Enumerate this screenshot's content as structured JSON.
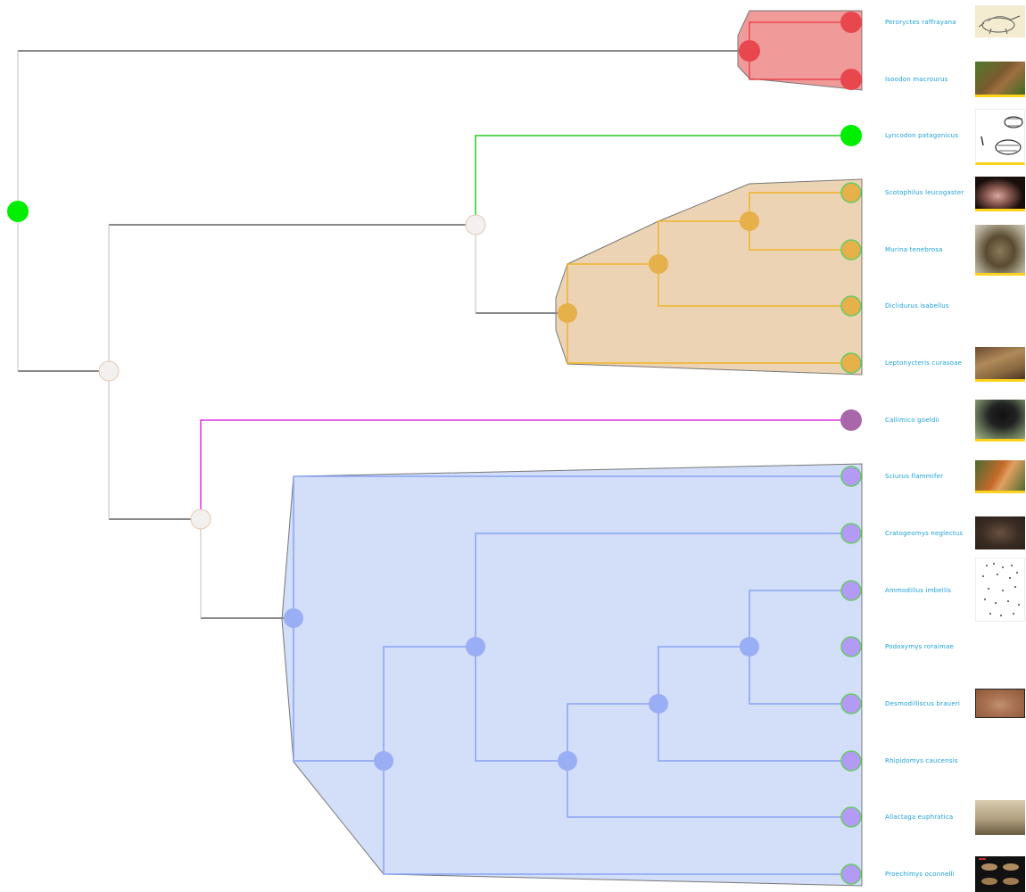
{
  "taxa": [
    "Peroryctes raffrayana",
    "Isoodon macrourus",
    "Lyncodon patagonicus",
    "Scotophilus leucogaster",
    "Murina tenebrosa",
    "Diclidurus isabellus",
    "Leptonycteris curasoae",
    "Callimico goeldii",
    "Sciurus flammifer",
    "Cratogeomys neglectus",
    "Ammodillus imbellis",
    "Podoxymys roraimae",
    "Desmodilliscus braueri",
    "Rhipidomys caucensis",
    "Allactaga euphratica",
    "Proechimys oconnelli"
  ],
  "colors": {
    "red_group": "#e8474d",
    "orange_group": "#e6b04a",
    "blue_group": "#9aaef5",
    "green": "#00ee00",
    "purple": "#aa66aa",
    "link": "#1aa0d8",
    "image_bar": "#ffd21c"
  },
  "images": [
    {
      "taxon": "Peroryctes raffrayana",
      "icon": "sketch-marsupial-image",
      "bar": false
    },
    {
      "taxon": "Isoodon macrourus",
      "icon": "bandicoot-photo",
      "bar": true
    },
    {
      "taxon": "Lyncodon patagonicus",
      "icon": "skull-sketch-image",
      "bar": true
    },
    {
      "taxon": "Scotophilus leucogaster",
      "icon": "bat-photo",
      "bar": true
    },
    {
      "taxon": "Murina tenebrosa",
      "icon": "bat-face-photo",
      "bar": true
    },
    {
      "taxon": "Leptonycteris curasoae",
      "icon": "bat-feeding-photo",
      "bar": true
    },
    {
      "taxon": "Callimico goeldii",
      "icon": "monkey-photo",
      "bar": true
    },
    {
      "taxon": "Sciurus flammifer",
      "icon": "squirrel-photo",
      "bar": true
    },
    {
      "taxon": "Cratogeomys neglectus",
      "icon": "gopher-photo",
      "bar": false
    },
    {
      "taxon": "Ammodillus imbellis",
      "icon": "dotted-sketch-image",
      "bar": false
    },
    {
      "taxon": "Desmodilliscus braueri",
      "icon": "gerbil-photo",
      "bar": false
    },
    {
      "taxon": "Allactaga euphratica",
      "icon": "jerboa-photo",
      "bar": false
    },
    {
      "taxon": "Proechimys oconnelli",
      "icon": "skull-plate-photo",
      "bar": false
    }
  ]
}
